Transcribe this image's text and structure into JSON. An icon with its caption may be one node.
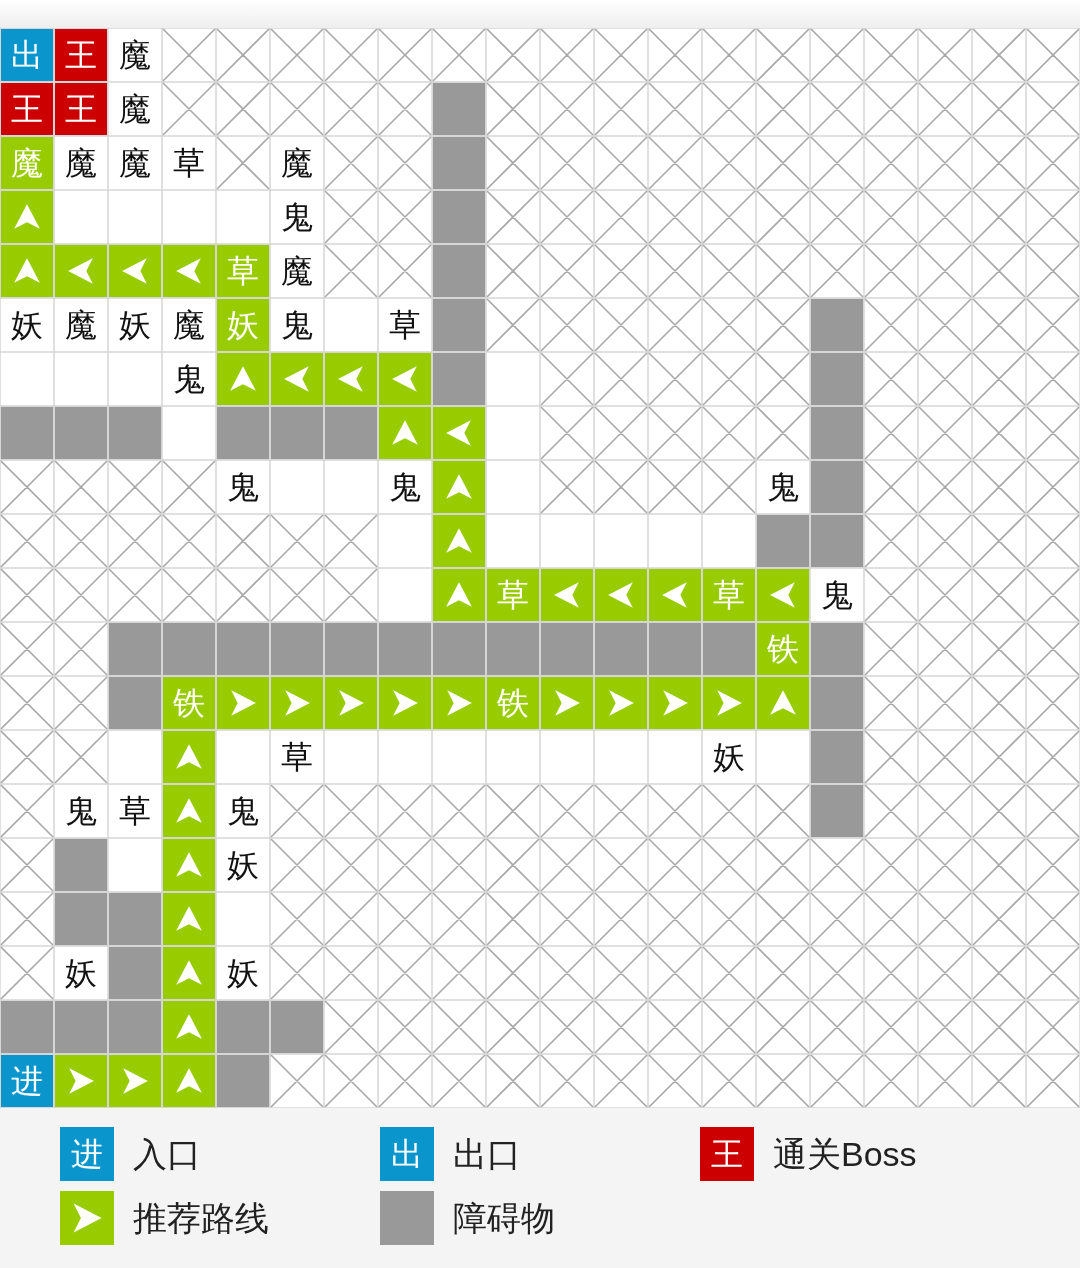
{
  "diagram": {
    "labels": [
      "出",
      "王",
      "魔",
      "王",
      "王",
      "魔",
      "魔",
      "魔",
      "魔",
      "草",
      "魔",
      "鬼",
      "草",
      "魔",
      "妖",
      "魔",
      "妖",
      "魔",
      "妖",
      "鬼",
      "草",
      "鬼",
      "鬼",
      "鬼",
      "鬼",
      "草",
      "草",
      "鬼",
      "铁",
      "铁",
      "铁",
      "草",
      "妖",
      "鬼",
      "草",
      "鬼",
      "妖",
      "妖",
      "妖",
      "进",
      "进",
      "出",
      "王"
    ],
    "legend": [
      {
        "text": "入口",
        "color": "#0a96cc"
      },
      {
        "text": "出口",
        "color": "#0a96cc"
      },
      {
        "text": "通关Boss",
        "color": "#cc0000"
      },
      {
        "text": "推荐路线",
        "color": "#99cc00"
      },
      {
        "text": "障碍物",
        "color": "#999999"
      }
    ]
  }
}
